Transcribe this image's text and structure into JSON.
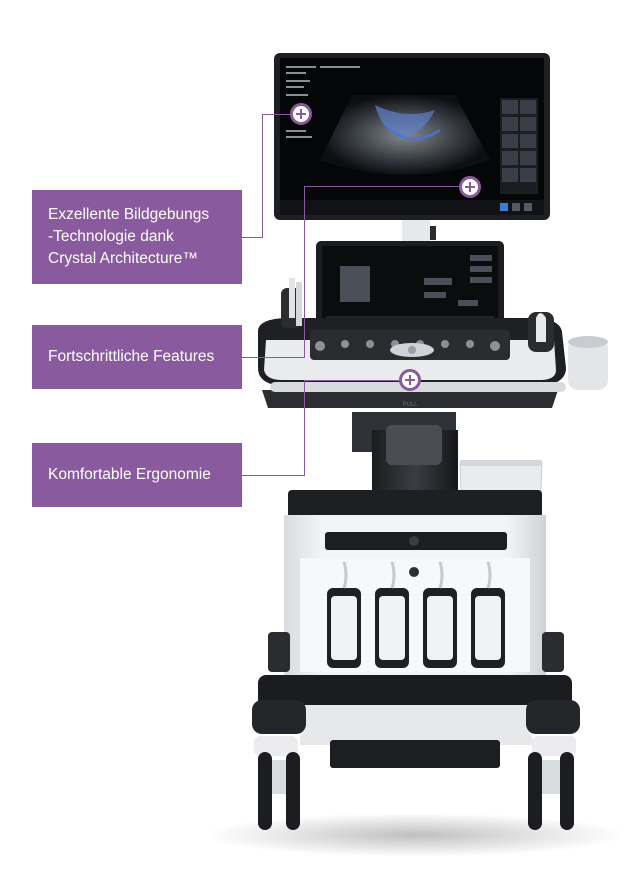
{
  "labels": [
    {
      "id": "imaging",
      "lines": [
        "Exzellente Bildgebungs",
        "-Technologie dank",
        "Crystal Architecture™"
      ]
    },
    {
      "id": "features",
      "lines": [
        "Fortschrittliche Features"
      ]
    },
    {
      "id": "ergonomics",
      "lines": [
        "Komfortable Ergonomie"
      ]
    }
  ],
  "machine": {
    "handle_text": "PULL"
  },
  "colors": {
    "accent": "#8a5a9e",
    "label_text": "#ffffff",
    "background": "#ffffff"
  },
  "icons": {
    "hotspot": "plus-circle-icon"
  }
}
